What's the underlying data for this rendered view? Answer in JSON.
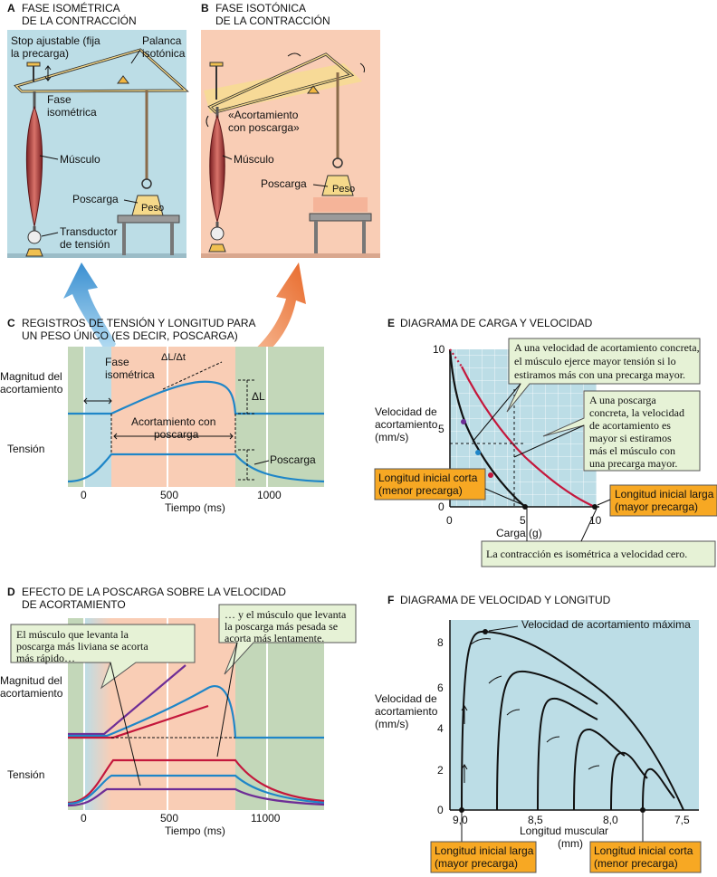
{
  "panel_a": {
    "letter": "A",
    "title_1": "FASE ISOMÉTRICA",
    "title_2": "DE LA CONTRACCIÓN",
    "stop_1": "Stop ajustable (fija",
    "stop_2": "la precarga)",
    "lever_1": "Palanca",
    "lever_2": "isotónica",
    "phase_1": "Fase",
    "phase_2": "isométrica",
    "muscle": "Músculo",
    "afterload": "Poscarga",
    "weight": "Peso",
    "transducer_1": "Transductor",
    "transducer_2": "de tensión"
  },
  "panel_b": {
    "letter": "B",
    "title_1": "FASE ISOTÓNICA",
    "title_2": "DE LA CONTRACCIÓN",
    "quote_1": "«Acortamiento",
    "quote_2": "con poscarga»",
    "muscle": "Músculo",
    "afterload": "Poscarga",
    "weight": "Peso"
  },
  "panel_c": {
    "letter": "C",
    "title_1": "REGISTROS DE TENSIÓN Y LONGITUD PARA",
    "title_2": "UN PESO ÚNICO (ES DECIR, POSCARGA)",
    "ylabel_1": "Magnitud del",
    "ylabel_2": "acortamiento",
    "ylabel_tension": "Tensión",
    "iso_1": "Fase",
    "iso_2": "isométrica",
    "dl_dt": "ΔL/Δt",
    "dl": "ΔL",
    "short_1": "Acortamiento con",
    "short_2": "poscarga",
    "afterload": "Poscarga",
    "xticks": [
      "0",
      "500",
      "1000"
    ],
    "xlabel": "Tiempo (ms)"
  },
  "panel_d": {
    "letter": "D",
    "title_1": "EFECTO DE LA POSCARGA SOBRE LA VELOCIDAD",
    "title_2": "DE ACORTAMIENTO",
    "ylabel_1": "Magnitud del",
    "ylabel_2": "acortamiento",
    "ylabel_tension": "Tensión",
    "note_left_1": "El músculo que levanta la",
    "note_left_2": "poscarga más liviana se acorta",
    "note_left_3": "más rápido…",
    "note_right_1": "… y el músculo que levanta",
    "note_right_2": "la poscarga más pesada se",
    "note_right_3": "acorta más lentamente.",
    "xticks": [
      "0",
      "500",
      "11000"
    ],
    "xlabel": "Tiempo (ms)"
  },
  "panel_e": {
    "letter": "E",
    "title": "DIAGRAMA DE CARGA Y VELOCIDAD",
    "ylabel_1": "Velocidad de",
    "ylabel_2": "acortamiento",
    "ylabel_3": "(mm/s)",
    "yticks": [
      "10",
      "5",
      "0"
    ],
    "xticks": [
      "0",
      "5",
      "10"
    ],
    "xlabel": "Carga (g)",
    "note_top_1": "A una velocidad de acortamiento concreta,",
    "note_top_2": "el músculo ejerce mayor tensión si lo",
    "note_top_3": "estiramos más con una precarga mayor.",
    "note_mid_1": "A una poscarga",
    "note_mid_2": "concreta, la velocidad",
    "note_mid_3": "de acortamiento es",
    "note_mid_4": "mayor si estiramos",
    "note_mid_5": "más el músculo con",
    "note_mid_6": "una precarga mayor.",
    "short_1": "Longitud inicial corta",
    "short_2": "(menor precarga)",
    "long_1": "Longitud inicial larga",
    "long_2": "(mayor precarga)",
    "note_bottom": "La contracción es isométrica a velocidad cero."
  },
  "panel_f": {
    "letter": "F",
    "title": "DIAGRAMA DE VELOCIDAD Y LONGITUD",
    "ylabel_1": "Velocidad de",
    "ylabel_2": "acortamiento",
    "ylabel_3": "(mm/s)",
    "yticks": [
      "8",
      "6",
      "4",
      "2",
      "0"
    ],
    "xticks": [
      "9,0",
      "8,5",
      "8,0",
      "7,5"
    ],
    "xlabel_1": "Longitud muscular",
    "xlabel_2": "(mm)",
    "vmax": "Velocidad de acortamiento máxima",
    "long_1": "Longitud inicial larga",
    "long_2": "(mayor precarga)",
    "short_1": "Longitud inicial corta",
    "short_2": "(menor precarga)"
  },
  "colors": {
    "blue_bg": "#bcdde6",
    "peach_bg": "#f9cdb5",
    "green_bg": "#c3d7b9",
    "trace_blue": "#1f86c8",
    "curve_red": "#c4173c",
    "trace_purple": "#6e2d96",
    "callout_fill": "#e6f2d6",
    "orange_box": "#f7a823",
    "gold": "#f5d98a"
  }
}
